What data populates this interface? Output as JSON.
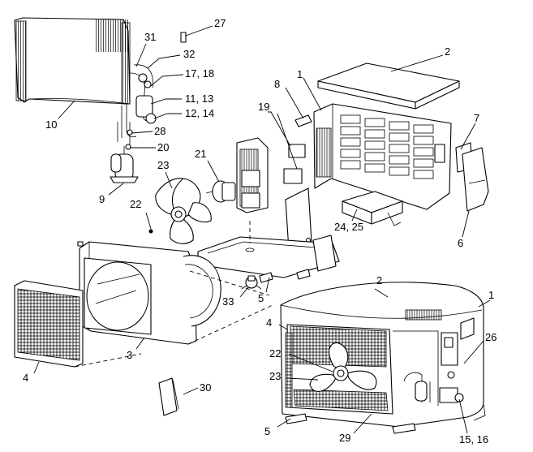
{
  "callouts": {
    "c27": "27",
    "c31": "31",
    "c32": "32",
    "c1718": "17, 18",
    "c1113": "11, 13",
    "c1214": "12, 14",
    "c28": "28",
    "c20": "20",
    "c10": "10",
    "c9": "9",
    "c2top": "2",
    "c1top": "1",
    "c8": "8",
    "c19": "19",
    "c7": "7",
    "c6": "6",
    "c21": "21",
    "c23top": "23",
    "c22top": "22",
    "c2425": "24, 25",
    "c33": "33",
    "c5top": "5",
    "c3": "3",
    "c4left": "4",
    "c30": "30",
    "c2bot": "2",
    "c1bot": "1",
    "c4bot": "4",
    "c26": "26",
    "c22bot": "22",
    "c23bot": "23",
    "c5bot": "5",
    "c29": "29",
    "c1516": "15, 16"
  }
}
